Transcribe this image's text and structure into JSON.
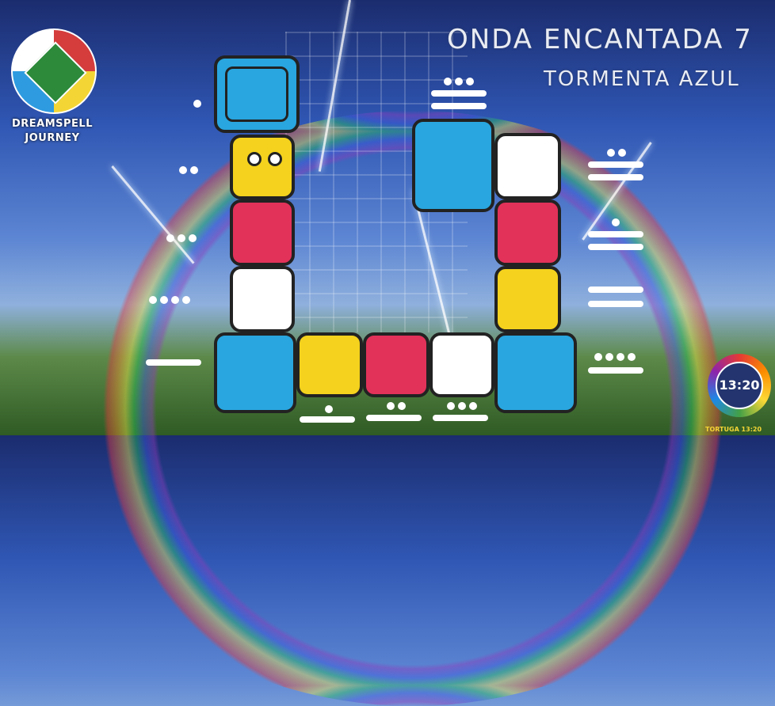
{
  "header": {
    "title": "ONDA ENCANTADA 7",
    "subtitle": "TORMENTA AZUL"
  },
  "logo": {
    "line1": "DREAMSPELL",
    "line2": "JOURNEY"
  },
  "clock": {
    "text": "13:20"
  },
  "brand": {
    "text": "TORTUGA 13:20"
  },
  "colors": {
    "blue": "#29a6df",
    "yellow": "#f4d21d",
    "red": "#e2325a",
    "white": "#ffffff",
    "outline": "#222222"
  },
  "glyphs": [
    {
      "name": "glyph-blue-storm",
      "color": "blue",
      "tone_dots": 1,
      "tone_bars": 0
    },
    {
      "name": "glyph-yellow-human",
      "color": "yellow",
      "tone_dots": 2,
      "tone_bars": 0
    },
    {
      "name": "glyph-red-serpent",
      "color": "red",
      "tone_dots": 3,
      "tone_bars": 0
    },
    {
      "name": "glyph-white-worldbridger",
      "color": "white",
      "tone_dots": 4,
      "tone_bars": 0
    },
    {
      "name": "glyph-blue-hand",
      "color": "blue",
      "tone_dots": 0,
      "tone_bars": 1
    },
    {
      "name": "glyph-yellow-star",
      "color": "yellow",
      "tone_dots": 1,
      "tone_bars": 1
    },
    {
      "name": "glyph-red-moon",
      "color": "red",
      "tone_dots": 2,
      "tone_bars": 1
    },
    {
      "name": "glyph-white-dog",
      "color": "white",
      "tone_dots": 3,
      "tone_bars": 1
    },
    {
      "name": "glyph-blue-monkey",
      "color": "blue",
      "tone_dots": 4,
      "tone_bars": 1
    },
    {
      "name": "glyph-yellow-star-2",
      "color": "yellow",
      "tone_dots": 0,
      "tone_bars": 2
    },
    {
      "name": "glyph-red-earth",
      "color": "red",
      "tone_dots": 1,
      "tone_bars": 2
    },
    {
      "name": "glyph-white-mirror",
      "color": "white",
      "tone_dots": 2,
      "tone_bars": 2
    },
    {
      "name": "glyph-blue-storm-end",
      "color": "blue",
      "tone_dots": 3,
      "tone_bars": 2
    }
  ]
}
